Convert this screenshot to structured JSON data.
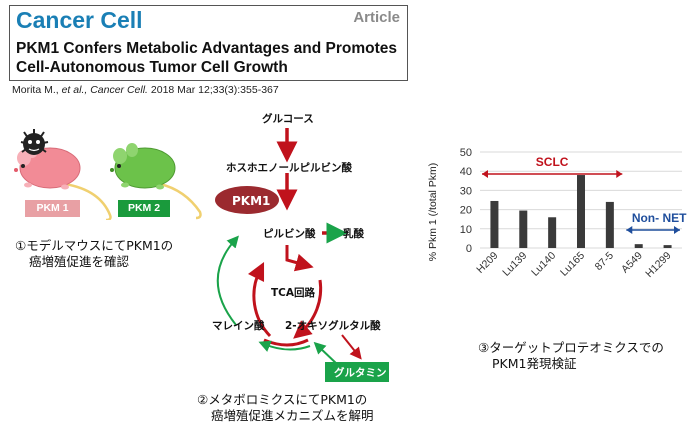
{
  "header": {
    "journal": "Cancer Cell",
    "article_type": "Article",
    "title": "PKM1 Confers Metabolic Advantages and Promotes Cell-Autonomous Tumor Cell Growth"
  },
  "citation": {
    "authors": "Morita M., ",
    "etal": "et al., Cancer Cell.",
    "details": " 2018 Mar 12;33(3):355-367"
  },
  "mice": {
    "pkm1_label": "PKM 1",
    "pkm2_label": "PKM 2",
    "pkm1_color": "#f28b96",
    "pkm2_color": "#6cc24a",
    "label1_color": "#e8a0a4",
    "label2_color": "#1a9a3c"
  },
  "captions": {
    "step1_line1": "①モデルマウスにてPKM1の",
    "step1_line2": "癌増殖促進を確認",
    "step2_line1": "②メタボロミクスにてPKM1の",
    "step2_line2": "癌増殖促進メカニズムを解明",
    "step3_line1": "③ターゲットプロテオミクスでの",
    "step3_line2": "PKM1発現検証"
  },
  "pathway": {
    "glucose": "グルコース",
    "pep": "ホスホエノールピルビン酸",
    "pkm1": "PKM1",
    "pyruvate": "ピルビン酸",
    "lactate": "乳酸",
    "tca": "TCA回路",
    "malate": "マレイン酸",
    "akg": "2-オキソグルタル酸",
    "glutamine": "グルタミン",
    "red": "#c0121c",
    "green": "#1aa34a",
    "pkm1_color": "#9b2a2f"
  },
  "chart_data": {
    "type": "bar",
    "categories": [
      "H209",
      "Lu139",
      "Lu140",
      "Lu165",
      "87-5",
      "A549",
      "H1299"
    ],
    "values": [
      24.5,
      19.5,
      16,
      38,
      24,
      2,
      1.5
    ],
    "ylabel": "% Pkm 1 (/total Pkm)",
    "ylim": [
      0,
      50
    ],
    "yticks": [
      "0",
      "10",
      "20",
      "30",
      "40",
      "50"
    ],
    "grid": true,
    "groups": [
      {
        "label": "SCLC",
        "color": "#c0121c",
        "from": 0,
        "to": 4
      },
      {
        "label": "Non- NET",
        "color": "#1f4e9c",
        "from": 5,
        "to": 6
      }
    ]
  }
}
